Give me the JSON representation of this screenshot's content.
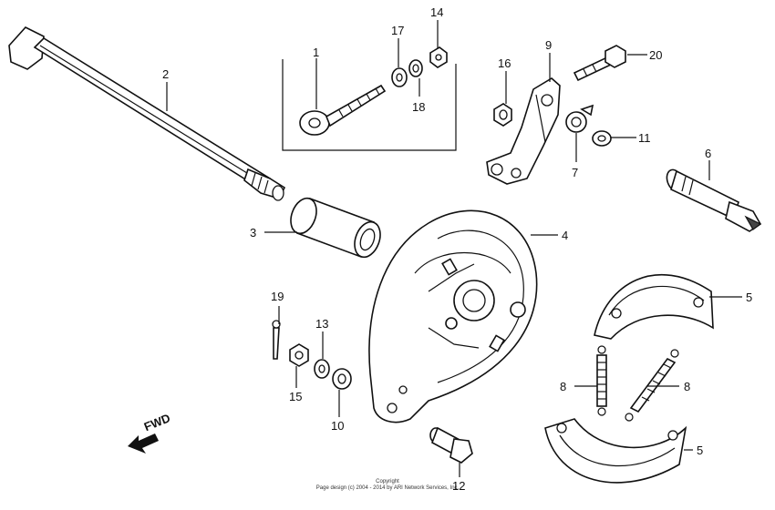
{
  "diagram": {
    "fwd_label": "FWD",
    "copyright_line1": "Copyright",
    "copyright_line2": "Page design (c) 2004 - 2014 by ARI Network Services, Inc.",
    "callouts": [
      {
        "id": "c1",
        "text": "1"
      },
      {
        "id": "c2",
        "text": "2"
      },
      {
        "id": "c3",
        "text": "3"
      },
      {
        "id": "c4",
        "text": "4"
      },
      {
        "id": "c5a",
        "text": "5"
      },
      {
        "id": "c5b",
        "text": "5"
      },
      {
        "id": "c6",
        "text": "6"
      },
      {
        "id": "c7",
        "text": "7"
      },
      {
        "id": "c8a",
        "text": "8"
      },
      {
        "id": "c8b",
        "text": "8"
      },
      {
        "id": "c9",
        "text": "9"
      },
      {
        "id": "c10",
        "text": "10"
      },
      {
        "id": "c11",
        "text": "11"
      },
      {
        "id": "c12",
        "text": "12"
      },
      {
        "id": "c13",
        "text": "13"
      },
      {
        "id": "c14",
        "text": "14"
      },
      {
        "id": "c15",
        "text": "15"
      },
      {
        "id": "c16",
        "text": "16"
      },
      {
        "id": "c17",
        "text": "17"
      },
      {
        "id": "c18",
        "text": "18"
      },
      {
        "id": "c19",
        "text": "19"
      },
      {
        "id": "c20",
        "text": "20"
      }
    ]
  }
}
